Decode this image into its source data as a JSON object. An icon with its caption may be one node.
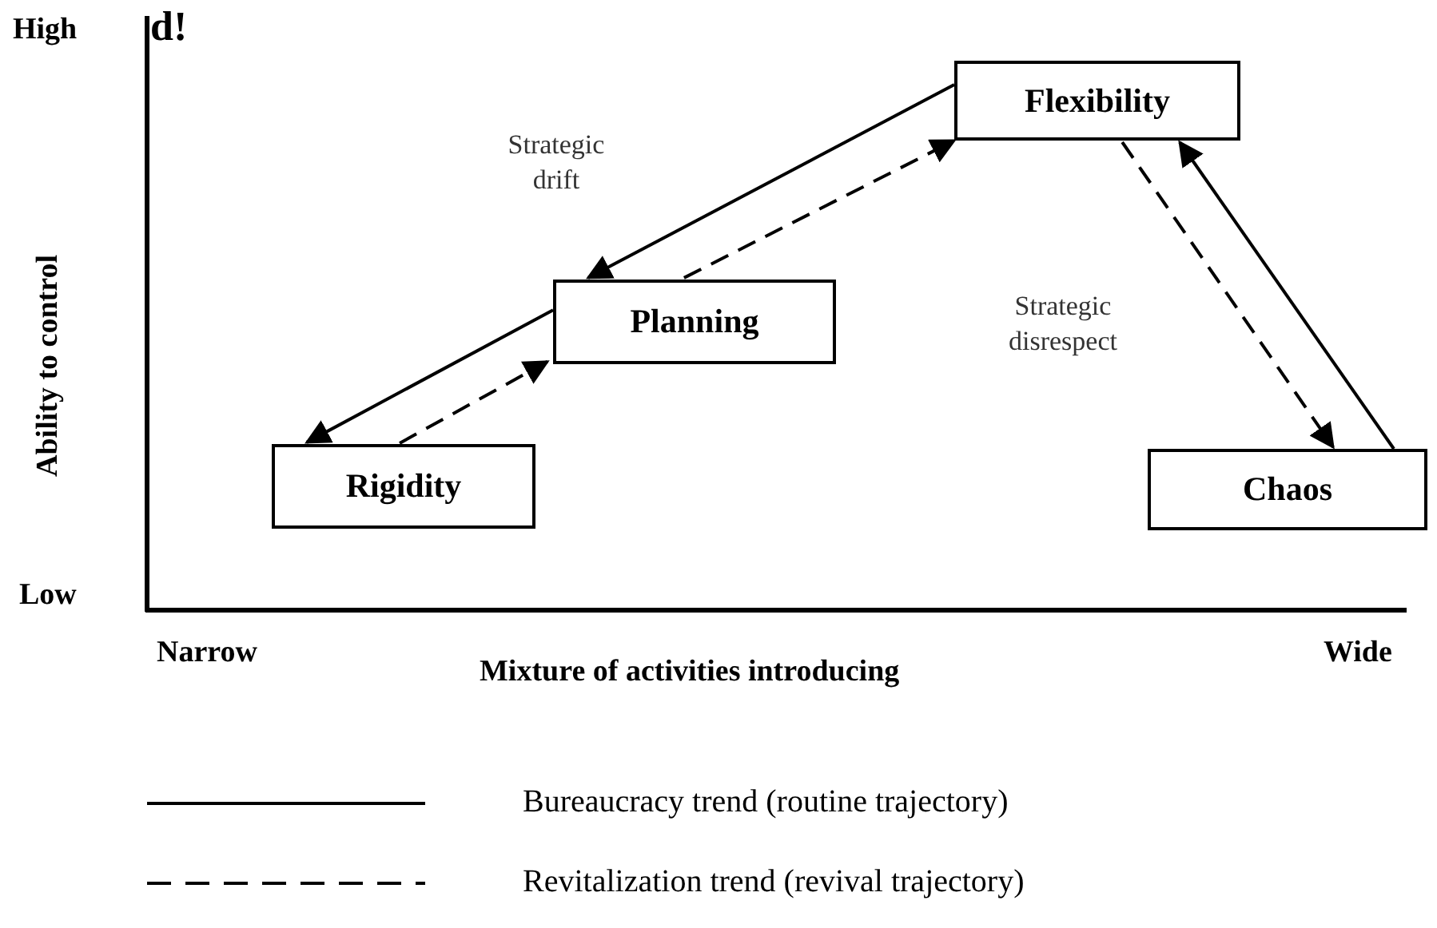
{
  "diagram": {
    "nodes": [
      {
        "text": [
          "Rigidity"
        ]
      },
      {
        "text": [
          "Planning"
        ]
      },
      {
        "text": [
          "Flexibility"
        ]
      },
      {
        "text": [
          "Chaos"
        ]
      }
    ],
    "edges": [
      {
        "from": 1,
        "to": 0,
        "arrow": "to"
      },
      {
        "from": 0,
        "to": 1,
        "arrow": "to",
        "style": "dashed"
      },
      {
        "from": 2,
        "to": 1,
        "arrow": "to"
      },
      {
        "from": 1,
        "to": 2,
        "arrow": "to",
        "style": "dashed"
      },
      {
        "from": 2,
        "to": 3,
        "arrow": "to",
        "style": "dashed"
      },
      {
        "from": 3,
        "to": 2,
        "arrow": "to"
      }
    ],
    "labels": [
      "High",
      "d!",
      "Strategic drift",
      "Ability to control",
      "Strategic disrespect",
      "Low",
      "Narrow",
      "Wide",
      "Mixture of activities introducing"
    ],
    "legend": [
      {
        "text": "Bureaucracy trend (routine trajectory)"
      },
      {
        "text": "Revitalization trend (revival trajectory)"
      }
    ]
  }
}
